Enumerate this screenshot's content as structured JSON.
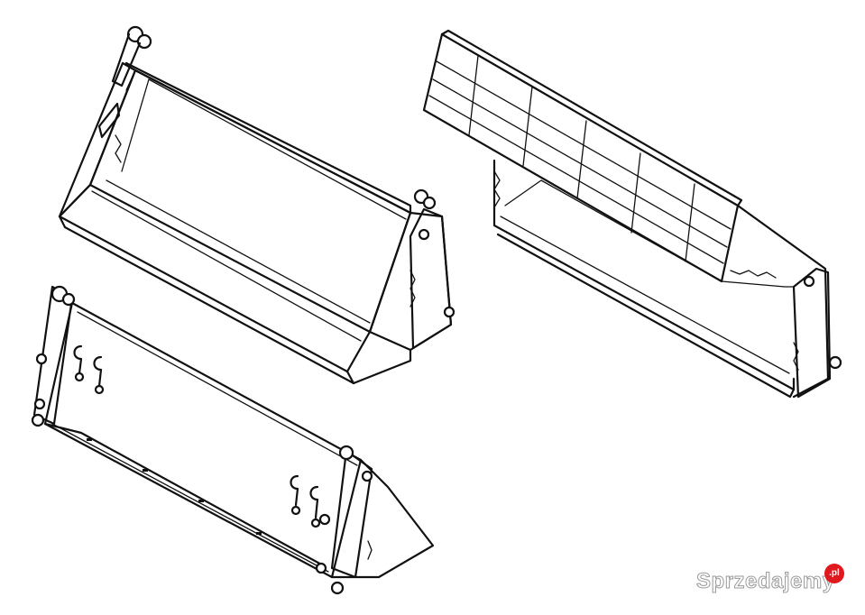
{
  "watermark": {
    "text": "Sprzedajemy",
    "badge": ".pl",
    "badge_color": "#e0191f"
  },
  "items": [
    {
      "name": "standard-bucket",
      "view": "front"
    },
    {
      "name": "bucket-with-grille",
      "view": "front"
    },
    {
      "name": "bucket-back-with-hooks",
      "view": "rear"
    }
  ],
  "line_color": "#111111",
  "background_color": "#ffffff"
}
